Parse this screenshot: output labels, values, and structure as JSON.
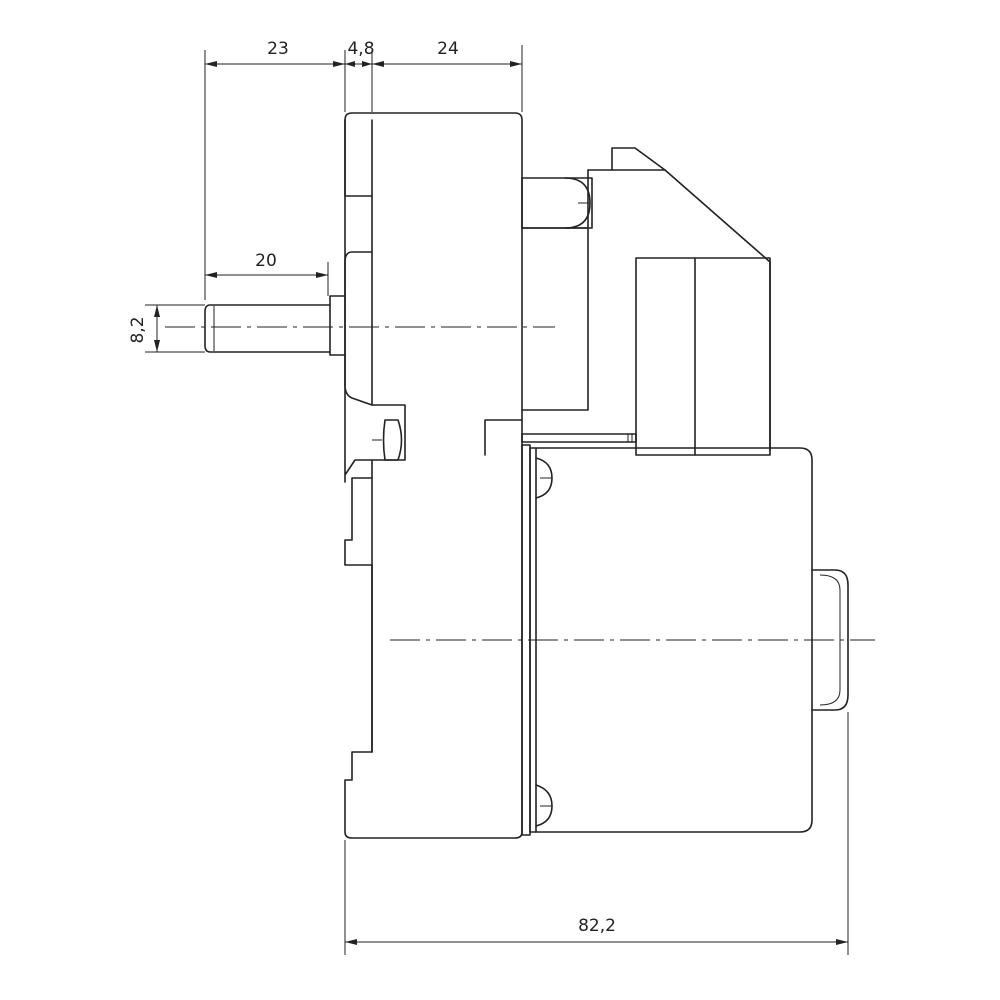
{
  "dimensions": {
    "d_23": "23",
    "d_4_8": "4,8",
    "d_24": "24",
    "d_20": "20",
    "d_8_2": "8,2",
    "d_82_2": "82,2"
  },
  "colors": {
    "line": "#222222",
    "background": "#ffffff"
  }
}
